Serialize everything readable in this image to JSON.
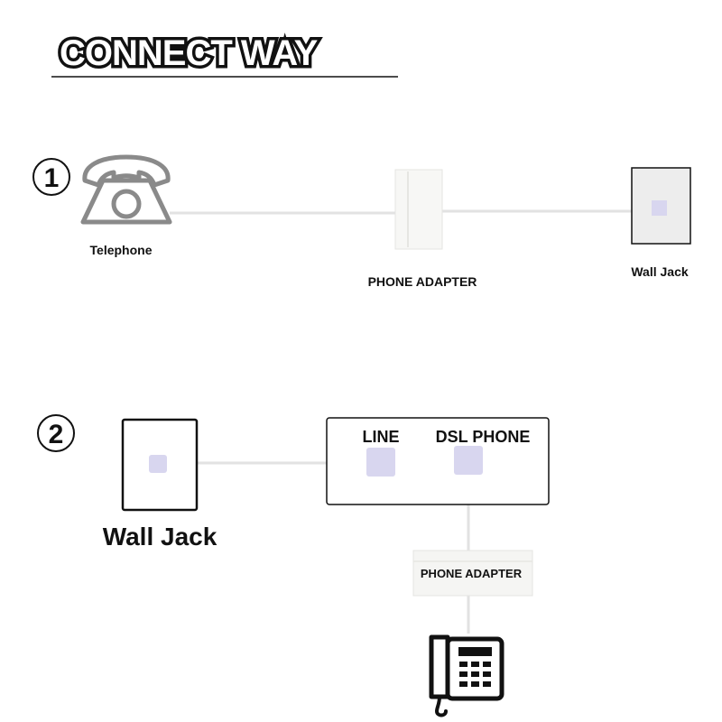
{
  "title": "CONNECT WAY",
  "step1": {
    "marker": "1",
    "telephone_label": "Telephone",
    "adapter_label": "PHONE ADAPTER",
    "wall_jack_label": "Wall Jack"
  },
  "step2": {
    "marker": "2",
    "wall_jack_label": "Wall Jack",
    "line_port_label": "LINE",
    "dsl_phone_port_label": "DSL PHONE",
    "adapter_label": "PHONE ADAPTER"
  },
  "colors": {
    "port": "#d8d6ef",
    "cable": "#e2e2e2",
    "outline": "#111111",
    "phone_gray": "#8a8a8a",
    "wall_plate_fill": "#ededed"
  }
}
